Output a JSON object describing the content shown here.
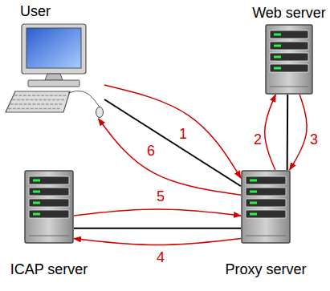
{
  "diagram": {
    "nodes": [
      {
        "text": [
          "User"
        ]
      },
      {
        "text": [
          "Web server"
        ]
      },
      {
        "text": [
          "ICAP server"
        ]
      },
      {
        "text": [
          "Proxy server"
        ]
      }
    ],
    "edges": [
      {
        "from": 0,
        "to": 3,
        "arrow": "none"
      },
      {
        "from": 1,
        "to": 3,
        "arrow": "none"
      },
      {
        "from": 2,
        "to": 3,
        "arrow": "none"
      },
      {
        "from": 0,
        "to": 3,
        "label": "1",
        "arrow": "to"
      },
      {
        "from": 3,
        "to": 1,
        "label": "2",
        "arrow": "to"
      },
      {
        "from": 1,
        "to": 3,
        "label": "3",
        "arrow": "to"
      },
      {
        "from": 3,
        "to": 2,
        "label": "4",
        "arrow": "to"
      },
      {
        "from": 2,
        "to": 3,
        "label": "5",
        "arrow": "to"
      },
      {
        "from": 3,
        "to": 0,
        "label": "6",
        "arrow": "to"
      }
    ]
  }
}
